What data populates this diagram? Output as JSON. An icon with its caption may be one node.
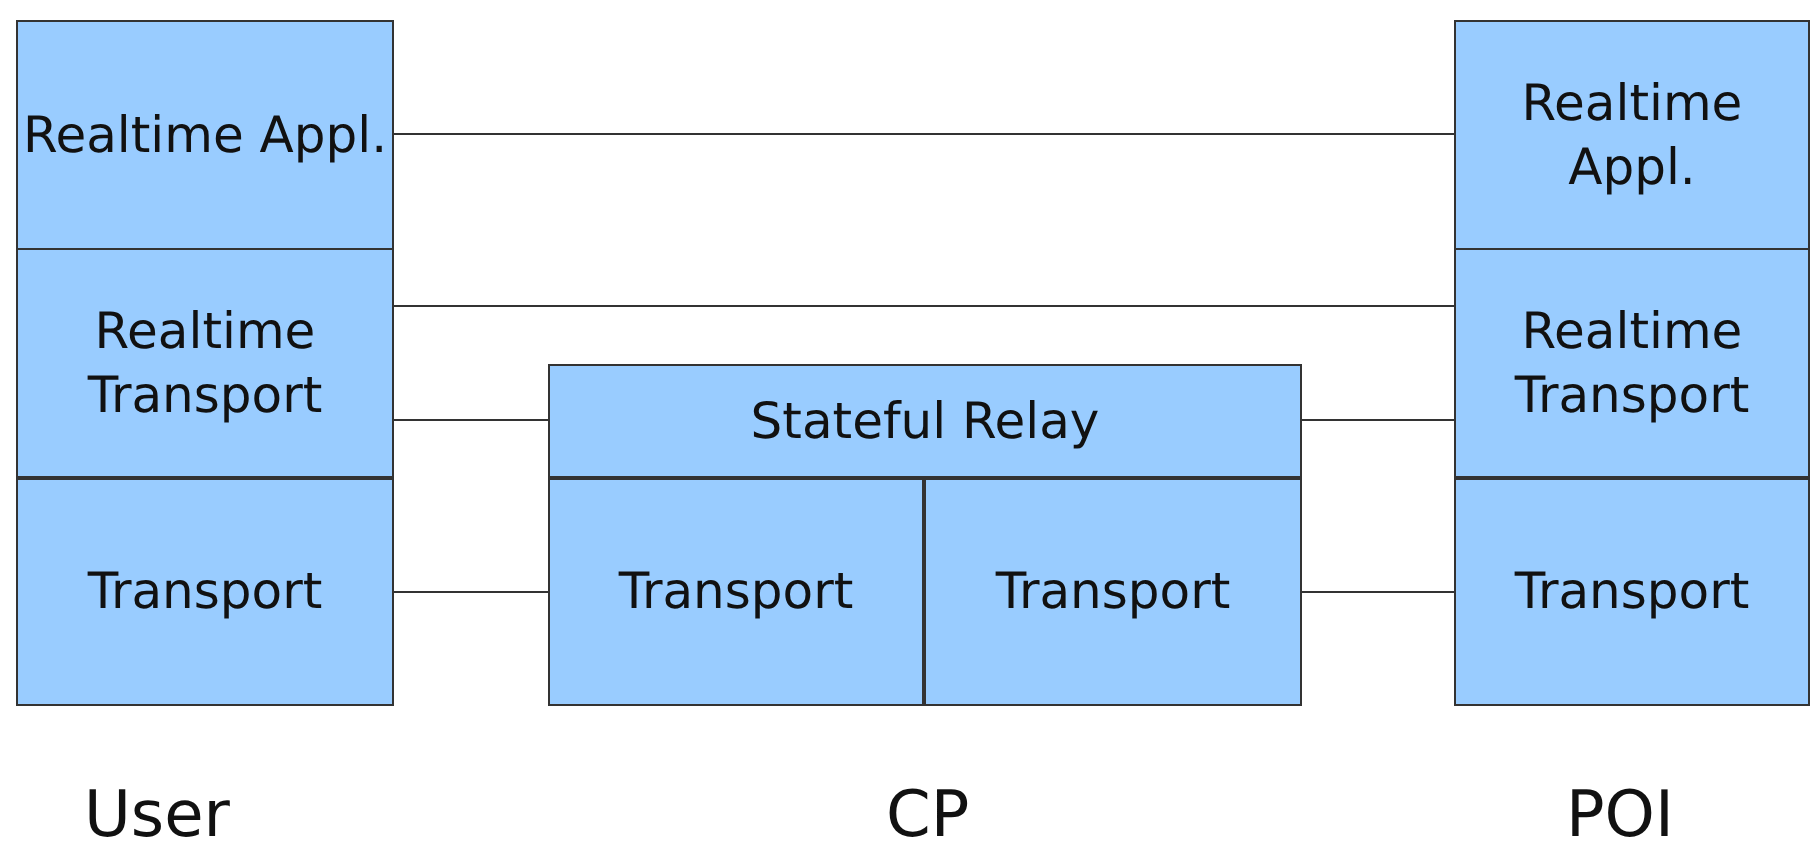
{
  "diagram": {
    "nodes": [
      {
        "text": [
          "Realtime Appl."
        ]
      },
      {
        "text": [
          "Realtime Transport"
        ]
      },
      {
        "text": [
          "Transport"
        ]
      },
      {
        "text": [
          "Stateful Relay"
        ]
      },
      {
        "text": [
          "Transport"
        ]
      },
      {
        "text": [
          "Transport"
        ]
      },
      {
        "text": [
          "Realtime Appl."
        ]
      },
      {
        "text": [
          "Realtime Transport"
        ]
      },
      {
        "text": [
          "Transport"
        ]
      }
    ],
    "edges": [
      {
        "from": 0,
        "to": 6,
        "arrow": "none"
      },
      {
        "from": 1,
        "to": 7,
        "arrow": "none"
      },
      {
        "from": 1,
        "to": 3,
        "arrow": "none"
      },
      {
        "from": 3,
        "to": 7,
        "arrow": "none"
      },
      {
        "from": 2,
        "to": 4,
        "arrow": "none"
      },
      {
        "from": 5,
        "to": 8,
        "arrow": "none"
      }
    ],
    "labels": [
      "User",
      "CP",
      "POI"
    ]
  }
}
